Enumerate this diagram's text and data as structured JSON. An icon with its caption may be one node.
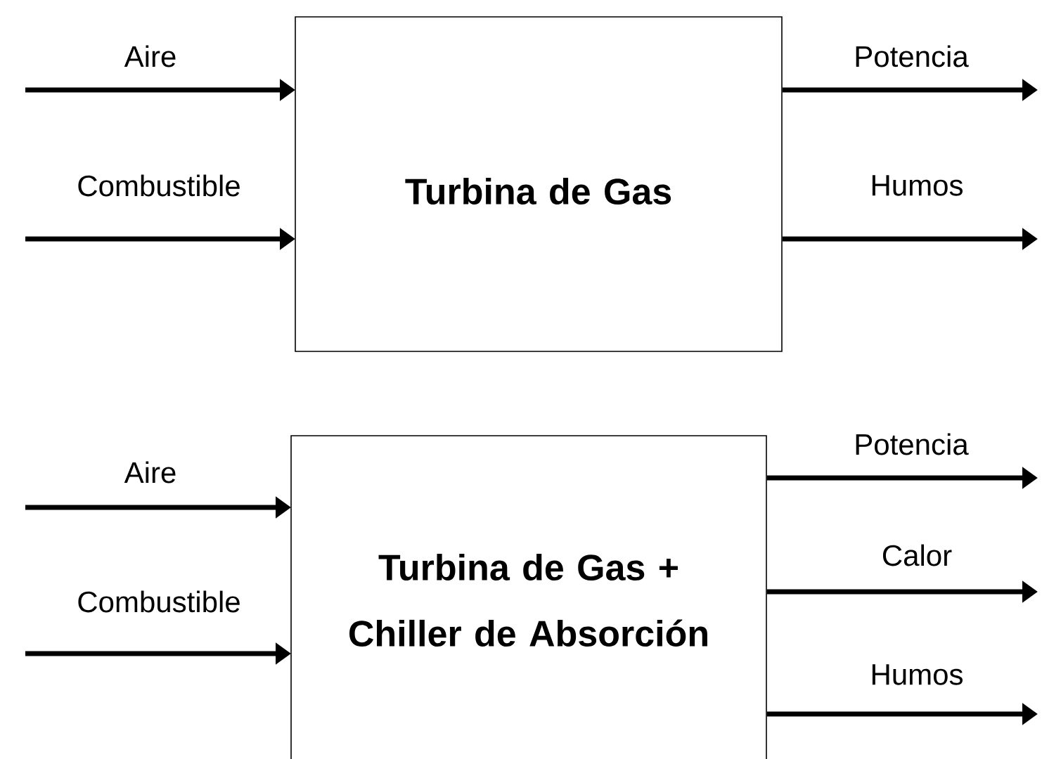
{
  "diagram": {
    "nodes": [
      {
        "text": [
          "Turbina de Gas"
        ]
      },
      {
        "text": [
          "Turbina de Gas + Chiller de Absorción"
        ]
      }
    ],
    "edges": [
      {
        "from": null,
        "to": 0,
        "arrow": "to",
        "label": "Aire"
      },
      {
        "from": null,
        "to": 0,
        "arrow": "to",
        "label": "Combustible"
      },
      {
        "from": 0,
        "to": null,
        "arrow": "to",
        "label": "Potencia"
      },
      {
        "from": 0,
        "to": null,
        "arrow": "to",
        "label": "Humos"
      },
      {
        "from": null,
        "to": 1,
        "arrow": "to",
        "label": "Aire"
      },
      {
        "from": null,
        "to": 1,
        "arrow": "to",
        "label": "Combustible"
      },
      {
        "from": 1,
        "to": null,
        "arrow": "to",
        "label": "Potencia"
      },
      {
        "from": 1,
        "to": null,
        "arrow": "to",
        "label": "Calor"
      },
      {
        "from": 1,
        "to": null,
        "arrow": "to",
        "label": "Humos"
      }
    ]
  }
}
